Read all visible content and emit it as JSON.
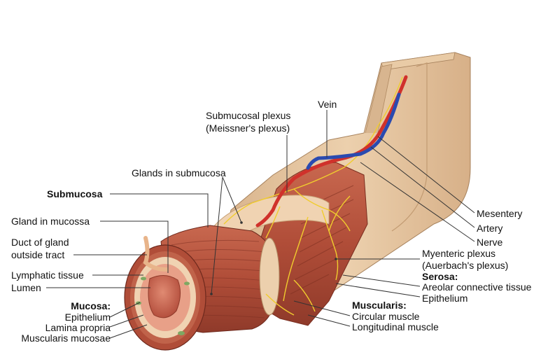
{
  "labels": {
    "vein": "Vein",
    "submucosal_plexus_1": "Submucosal plexus",
    "submucosal_plexus_2": "(Meissner's plexus)",
    "glands_in_submucosa": "Glands in submucosa",
    "submucosa": "Submucosa",
    "gland_in_mucosa": "Gland in mucossa",
    "duct_of_gland_1": "Duct of gland",
    "duct_of_gland_2": "outside tract",
    "lymphatic_tissue": "Lymphatic tissue",
    "lumen": "Lumen",
    "mucosa": "Mucosa:",
    "epithelium_left": "Epithelium",
    "lamina_propria": "Lamina propria",
    "muscularis_mucosae": "Muscularis mucosae",
    "mesentery": "Mesentery",
    "artery": "Artery",
    "nerve": "Nerve",
    "myenteric_plexus_1": "Myenteric plexus",
    "myenteric_plexus_2": "(Auerbach's plexus)",
    "serosa": "Serosa:",
    "areolar": "Areolar connective tissue",
    "epithelium_right": "Epithelium",
    "muscularis": "Muscularis:",
    "circular_muscle": "Circular muscle",
    "longitudinal_muscle": "Longitudinal muscle"
  },
  "colors": {
    "serosa": "#e6c9a3",
    "serosa_dark": "#c9a57c",
    "muscle": "#b4523d",
    "muscle_dark": "#8f3a2a",
    "submucosa": "#f0d3b2",
    "mucosa": "#e8a088",
    "lumen": "#c9604c",
    "nerve": "#f0cc2e",
    "artery": "#d0312b",
    "vein": "#2a4ab0",
    "leader": "#333333"
  }
}
